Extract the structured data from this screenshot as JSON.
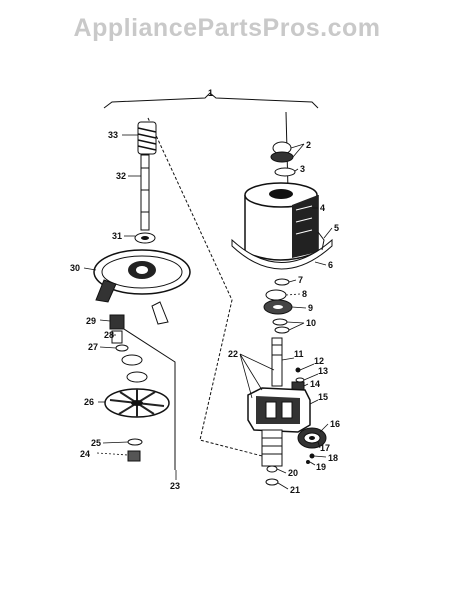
{
  "watermark": "AppliancePartsPros.com",
  "callouts": {
    "c1": "1",
    "c2": "2",
    "c3": "3",
    "c4": "4",
    "c5": "5",
    "c6": "6",
    "c7": "7",
    "c8": "8",
    "c9": "9",
    "c10": "10",
    "c11": "11",
    "c12": "12",
    "c13": "13",
    "c14": "14",
    "c15": "15",
    "c16": "16",
    "c17": "17",
    "c18": "18",
    "c19": "19",
    "c20": "20",
    "c21": "21",
    "c22": "22",
    "c23": "23",
    "c24": "24",
    "c25": "25",
    "c26": "26",
    "c27": "27",
    "c28": "28",
    "c29": "29",
    "c30": "30",
    "c31": "31",
    "c32": "32",
    "c33": "33"
  }
}
